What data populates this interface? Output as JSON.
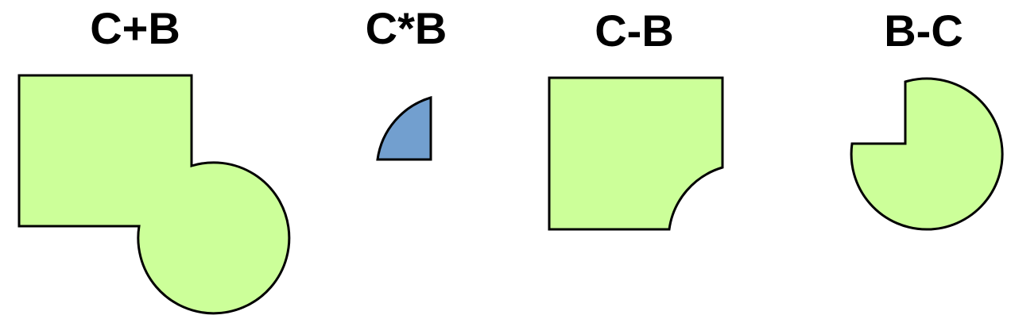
{
  "panels": [
    {
      "label": "C+B",
      "operation": "union",
      "fill": "#ccff99"
    },
    {
      "label": "C*B",
      "operation": "intersection",
      "fill": "#729fcf"
    },
    {
      "label": "C-B",
      "operation": "difference",
      "fill": "#ccff99"
    },
    {
      "label": "B-C",
      "operation": "difference",
      "fill": "#ccff99"
    }
  ],
  "colors": {
    "outline": "#000000",
    "background": "#ffffff"
  }
}
